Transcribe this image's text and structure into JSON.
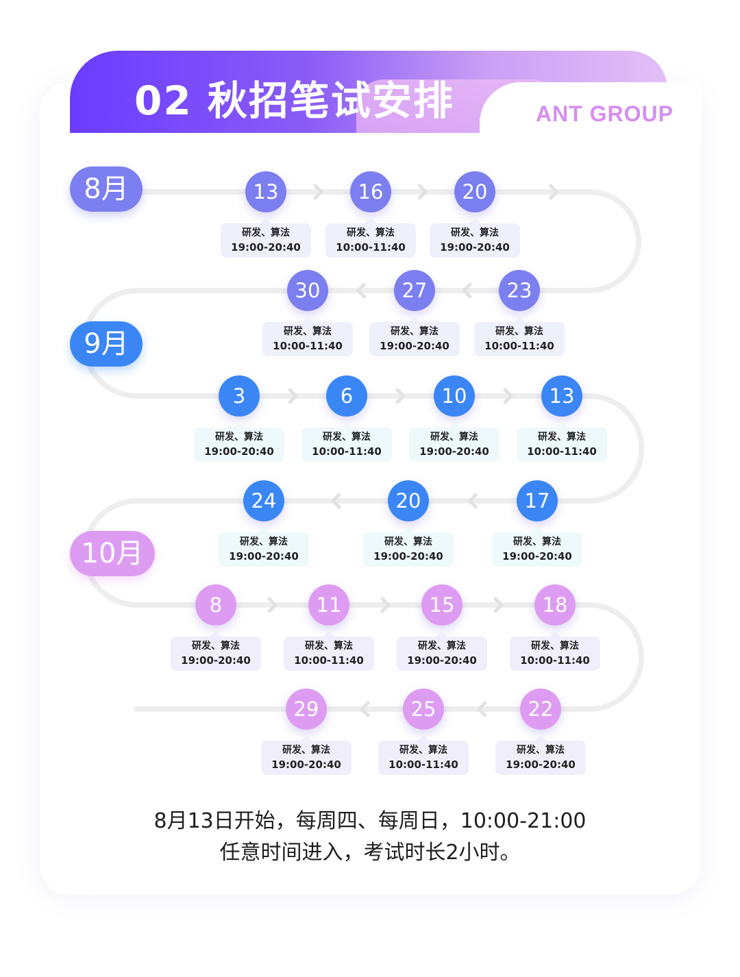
{
  "header": {
    "title": "02 秋招笔试安排",
    "brand": "ANT GROUP"
  },
  "colors": {
    "august": "#7b7ff0",
    "september": "#3a86f5",
    "october": "#dd9cf2",
    "track": "#eeeeee"
  },
  "months": [
    {
      "label": "8月",
      "theme": "august"
    },
    {
      "label": "9月",
      "theme": "september"
    },
    {
      "label": "10月",
      "theme": "october"
    }
  ],
  "rows": [
    {
      "theme": "august",
      "items": [
        {
          "day": "13",
          "category": "研发、算法",
          "time": "19:00-20:40"
        },
        {
          "day": "16",
          "category": "研发、算法",
          "time": "10:00-11:40"
        },
        {
          "day": "20",
          "category": "研发、算法",
          "time": "19:00-20:40"
        }
      ]
    },
    {
      "theme": "august",
      "items": [
        {
          "day": "30",
          "category": "研发、算法",
          "time": "10:00-11:40"
        },
        {
          "day": "27",
          "category": "研发、算法",
          "time": "19:00-20:40"
        },
        {
          "day": "23",
          "category": "研发、算法",
          "time": "10:00-11:40"
        }
      ]
    },
    {
      "theme": "september",
      "items": [
        {
          "day": "3",
          "category": "研发、算法",
          "time": "19:00-20:40"
        },
        {
          "day": "6",
          "category": "研发、算法",
          "time": "10:00-11:40"
        },
        {
          "day": "10",
          "category": "研发、算法",
          "time": "19:00-20:40"
        },
        {
          "day": "13",
          "category": "研发、算法",
          "time": "10:00-11:40"
        }
      ]
    },
    {
      "theme": "september",
      "items": [
        {
          "day": "24",
          "category": "研发、算法",
          "time": "19:00-20:40"
        },
        {
          "day": "20",
          "category": "研发、算法",
          "time": "19:00-20:40"
        },
        {
          "day": "17",
          "category": "研发、算法",
          "time": "19:00-20:40"
        }
      ]
    },
    {
      "theme": "october",
      "items": [
        {
          "day": "8",
          "category": "研发、算法",
          "time": "19:00-20:40"
        },
        {
          "day": "11",
          "category": "研发、算法",
          "time": "10:00-11:40"
        },
        {
          "day": "15",
          "category": "研发、算法",
          "time": "19:00-20:40"
        },
        {
          "day": "18",
          "category": "研发、算法",
          "time": "10:00-11:40"
        }
      ]
    },
    {
      "theme": "october",
      "items": [
        {
          "day": "29",
          "category": "研发、算法",
          "time": "19:00-20:40"
        },
        {
          "day": "25",
          "category": "研发、算法",
          "time": "10:00-11:40"
        },
        {
          "day": "22",
          "category": "研发、算法",
          "time": "19:00-20:40"
        }
      ]
    }
  ],
  "footer": {
    "line1": "8月13日开始，每周四、每周日，10:00-21:00",
    "line2": "任意时间进入，考试时长2小时。"
  }
}
